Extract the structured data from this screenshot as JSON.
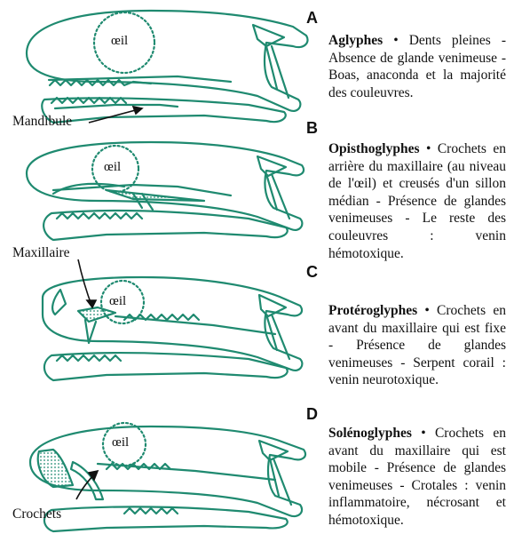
{
  "colors": {
    "skull": "#1f8a70",
    "text": "#111111"
  },
  "panels": [
    {
      "letter": "A",
      "name": "Aglyphes",
      "bullet": "•",
      "text": "Dents pleines - Absence de glande venimeuse - Boas, anaconda et la majorité des couleuvres."
    },
    {
      "letter": "B",
      "name": "Opisthoglyphes",
      "bullet": "•",
      "text": "Crochets en arrière du maxillaire (au niveau de l'œil) et creusés d'un sillon médian - Présence de glandes venimeuses - Le reste des couleuvres : venin hémotoxique."
    },
    {
      "letter": "C",
      "name": "Protéroglyphes",
      "bullet": "•",
      "text": "Crochets en avant du maxillaire qui est fixe - Présence de glandes venimeuses - Serpent corail : venin neurotoxique."
    },
    {
      "letter": "D",
      "name": "Solénoglyphes",
      "bullet": "•",
      "text": "Crochets en avant du maxillaire qui est mobile - Présence de glandes venimeuses - Crotales : venin inflammatoire, nécrosant et hémotoxique."
    }
  ],
  "eye_label": "œil",
  "callouts": {
    "mandibule": "Mandibule",
    "maxillaire": "Maxillaire",
    "crochets": "Crochets"
  }
}
